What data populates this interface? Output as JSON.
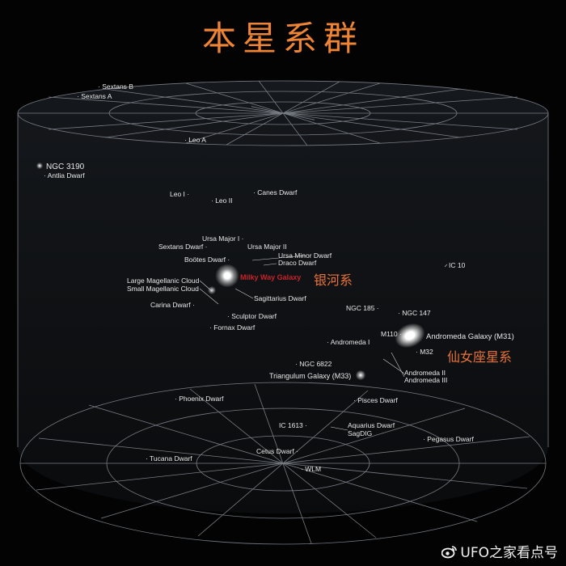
{
  "title": "本星系群",
  "colors": {
    "title": "#ee8434",
    "chinese_label": "#e8733a",
    "milky_way_label": "#c8222a",
    "grid_lines": "#8a9098",
    "label_text": "#e8e8e8",
    "background": "#030303"
  },
  "galaxies": {
    "sextans_b": "Sextans B",
    "sextans_a": "Sextans A",
    "leo_a": "Leo A",
    "ngc_3190": "NGC 3190",
    "antlia_dwarf": "Antlia Dwarf",
    "leo_i": "Leo I",
    "leo_ii": "Leo II",
    "canes_dwarf": "Canes Dwarf",
    "ursa_major_i": "Ursa Major I",
    "sextans_dwarf": "Sextans Dwarf",
    "ursa_major_ii": "Ursa Major II",
    "bootes_dwarf": "Boötes Dwarf",
    "ursa_minor_dwarf": "Ursa Minor Dwarf",
    "draco_dwarf": "Draco Dwarf",
    "milky_way": "Milky Way Galaxy",
    "lmc": "Large Magellanic Cloud",
    "smc": "Small Magellanic Cloud",
    "sagittarius_dwarf": "Sagittarius Dwarf",
    "carina_dwarf": "Carina Dwarf",
    "sculptor_dwarf": "Sculptor Dwarf",
    "fornax_dwarf": "Fornax Dwarf",
    "ic_10": "IC 10",
    "ngc_185": "NGC 185",
    "ngc_147": "NGC 147",
    "m110": "M110",
    "andromeda": "Andromeda Galaxy (M31)",
    "andromeda_i": "Andromeda I",
    "m32": "M32",
    "andromeda_ii": "Andromeda II",
    "andromeda_iii": "Andromeda III",
    "ngc_6822": "NGC 6822",
    "triangulum": "Triangulum Galaxy (M33)",
    "phoenix_dwarf": "Phoenix Dwarf",
    "pisces_dwarf": "Pisces Dwarf",
    "ic_1613": "IC 1613",
    "aquarius_dwarf": "Aquarius Dwarf",
    "sagdig": "SagDIG",
    "pegasus_dwarf": "Pegasus Dwarf",
    "tucana_dwarf": "Tucana Dwarf",
    "cetus_dwarf": "Cetus Dwarf",
    "wlm": "WLM"
  },
  "chinese_labels": {
    "milky_way": "银河系",
    "andromeda": "仙女座星系"
  },
  "watermark": {
    "icon": "weibo-icon",
    "text": "UFO之家看点号"
  }
}
